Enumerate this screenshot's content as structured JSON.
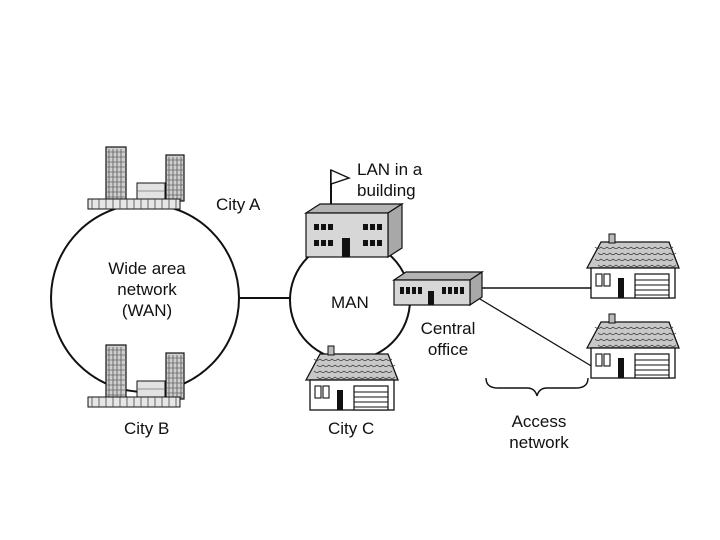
{
  "labels": {
    "wan": "Wide area\nnetwork\n(WAN)",
    "city_a": "City A",
    "city_b": "City B",
    "city_c": "City C",
    "man": "MAN",
    "lan": "LAN in a\nbuilding",
    "central_office": "Central\noffice",
    "access_network": "Access\nnetwork"
  },
  "colors": {
    "line": "#111111",
    "building_face": "#d7d7d7",
    "building_top": "#b4b4b4",
    "window": "#111111",
    "roof": "#c8c8c8",
    "skyscraper": "#cfcfcf"
  }
}
